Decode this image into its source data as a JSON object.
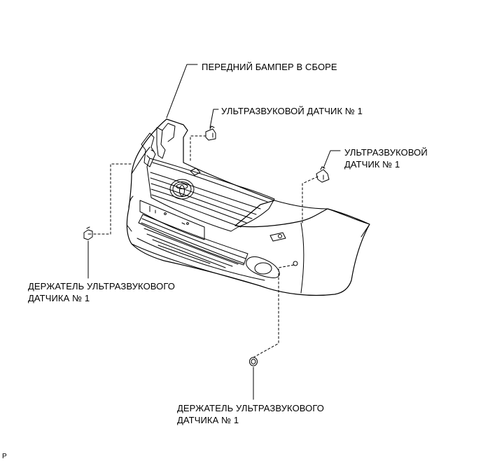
{
  "labels": {
    "bumper": "ПЕРЕДНИЙ БАМПЕР В СБОРЕ",
    "sensor_top": "УЛЬТРАЗВУКОВОЙ ДАТЧИК № 1",
    "sensor_right": "УЛЬТРАЗВУКОВОЙ\nДАТЧИК № 1",
    "holder_left": "ДЕРЖАТЕЛЬ УЛЬТРАЗВУКОВОГО\nДАТЧИКА № 1",
    "holder_bottom": "ДЕРЖАТЕЛЬ УЛЬТРАЗВУКОВОГО\nДАТЧИКА № 1",
    "ref_code": "P"
  },
  "colors": {
    "line": "#000000",
    "background": "#ffffff"
  }
}
